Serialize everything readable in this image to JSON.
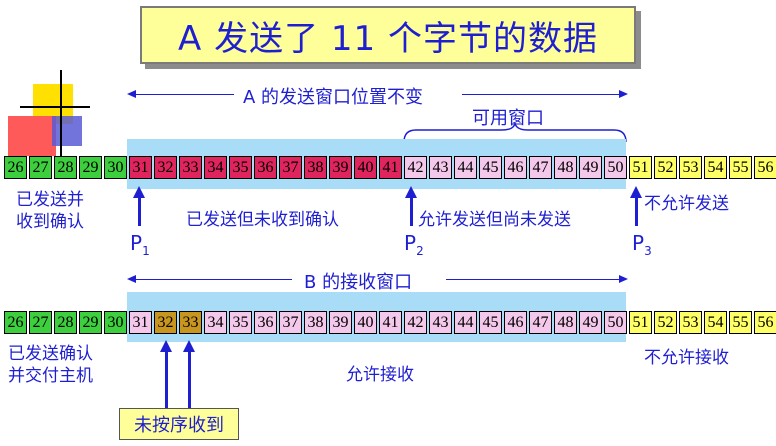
{
  "title": "A 发送了 11 个字节的数据",
  "a_window": {
    "label": "A 的发送窗口位置不变",
    "usable_label": "可用窗口"
  },
  "b_window": {
    "label": "B 的接收窗口"
  },
  "row_a": {
    "cells": [
      {
        "n": "26",
        "color": "#3ecf3e"
      },
      {
        "n": "27",
        "color": "#3ecf3e"
      },
      {
        "n": "28",
        "color": "#3ecf3e"
      },
      {
        "n": "29",
        "color": "#3ecf3e"
      },
      {
        "n": "30",
        "color": "#3ecf3e"
      },
      {
        "n": "31",
        "color": "#e0245e"
      },
      {
        "n": "32",
        "color": "#e0245e"
      },
      {
        "n": "33",
        "color": "#e0245e"
      },
      {
        "n": "34",
        "color": "#e0245e"
      },
      {
        "n": "35",
        "color": "#e0245e"
      },
      {
        "n": "36",
        "color": "#e0245e"
      },
      {
        "n": "37",
        "color": "#e0245e"
      },
      {
        "n": "38",
        "color": "#e0245e"
      },
      {
        "n": "39",
        "color": "#e0245e"
      },
      {
        "n": "40",
        "color": "#e0245e"
      },
      {
        "n": "41",
        "color": "#e0245e"
      },
      {
        "n": "42",
        "color": "#f4c8ea"
      },
      {
        "n": "43",
        "color": "#f4c8ea"
      },
      {
        "n": "44",
        "color": "#f4c8ea"
      },
      {
        "n": "45",
        "color": "#f4c8ea"
      },
      {
        "n": "46",
        "color": "#f4c8ea"
      },
      {
        "n": "47",
        "color": "#f4c8ea"
      },
      {
        "n": "48",
        "color": "#f4c8ea"
      },
      {
        "n": "49",
        "color": "#f4c8ea"
      },
      {
        "n": "50",
        "color": "#f4c8ea"
      },
      {
        "n": "51",
        "color": "#ffff66"
      },
      {
        "n": "52",
        "color": "#ffff66"
      },
      {
        "n": "53",
        "color": "#ffff66"
      },
      {
        "n": "54",
        "color": "#ffff66"
      },
      {
        "n": "55",
        "color": "#ffff66"
      },
      {
        "n": "56",
        "color": "#ffff66"
      }
    ],
    "label_sent_acked": "已发送并\n收到确认",
    "label_sent_unacked": "已发送但未收到确认",
    "label_allowed": "允许发送但尚未发送",
    "label_not_allowed": "不允许发送",
    "p1": "P",
    "p1_sub": "1",
    "p2": "P",
    "p2_sub": "2",
    "p3": "P",
    "p3_sub": "3"
  },
  "row_b": {
    "cells": [
      {
        "n": "26",
        "color": "#3ecf3e"
      },
      {
        "n": "27",
        "color": "#3ecf3e"
      },
      {
        "n": "28",
        "color": "#3ecf3e"
      },
      {
        "n": "29",
        "color": "#3ecf3e"
      },
      {
        "n": "30",
        "color": "#3ecf3e"
      },
      {
        "n": "31",
        "color": "#f4c8ea"
      },
      {
        "n": "32",
        "color": "#c8961e"
      },
      {
        "n": "33",
        "color": "#c8961e"
      },
      {
        "n": "34",
        "color": "#f4c8ea"
      },
      {
        "n": "35",
        "color": "#f4c8ea"
      },
      {
        "n": "36",
        "color": "#f4c8ea"
      },
      {
        "n": "37",
        "color": "#f4c8ea"
      },
      {
        "n": "38",
        "color": "#f4c8ea"
      },
      {
        "n": "39",
        "color": "#f4c8ea"
      },
      {
        "n": "40",
        "color": "#f4c8ea"
      },
      {
        "n": "41",
        "color": "#f4c8ea"
      },
      {
        "n": "42",
        "color": "#f4c8ea"
      },
      {
        "n": "43",
        "color": "#f4c8ea"
      },
      {
        "n": "44",
        "color": "#f4c8ea"
      },
      {
        "n": "45",
        "color": "#f4c8ea"
      },
      {
        "n": "46",
        "color": "#f4c8ea"
      },
      {
        "n": "47",
        "color": "#f4c8ea"
      },
      {
        "n": "48",
        "color": "#f4c8ea"
      },
      {
        "n": "49",
        "color": "#f4c8ea"
      },
      {
        "n": "50",
        "color": "#f4c8ea"
      },
      {
        "n": "51",
        "color": "#ffff66"
      },
      {
        "n": "52",
        "color": "#ffff66"
      },
      {
        "n": "53",
        "color": "#ffff66"
      },
      {
        "n": "54",
        "color": "#ffff66"
      },
      {
        "n": "55",
        "color": "#ffff66"
      },
      {
        "n": "56",
        "color": "#ffff66"
      }
    ],
    "label_delivered": "已发送确认\n并交付主机",
    "label_allowed": "允许接收",
    "label_not_allowed": "不允许接收",
    "note": "未按序收到"
  }
}
